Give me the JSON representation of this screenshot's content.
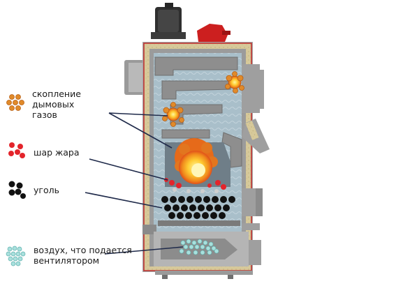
{
  "legend": [
    {
      "id": "smoke",
      "label": "скопление\nдымовых\nгазов",
      "color": "#d9822b",
      "icon": "orange-dot-cluster-icon"
    },
    {
      "id": "heat",
      "label": "шар жара",
      "color": "#e8202a",
      "icon": "red-dot-cluster-icon"
    },
    {
      "id": "coal",
      "label": "уголь",
      "color": "#111111",
      "icon": "black-dot-cluster-icon"
    },
    {
      "id": "air",
      "label": "воздух, что подается\nвентилятором",
      "color": "#8fd3d6",
      "icon": "light-blue-dot-cluster-icon"
    }
  ],
  "colors": {
    "boiler_shell": "#a6a6a6",
    "boiler_dark": "#7d7d7d",
    "insulation": "#d7c99a",
    "water_jacket": "#a8bcc7",
    "fan": "#3a3a3a",
    "burner_red": "#cc1f1f",
    "leader_line": "#1f2a4a"
  }
}
